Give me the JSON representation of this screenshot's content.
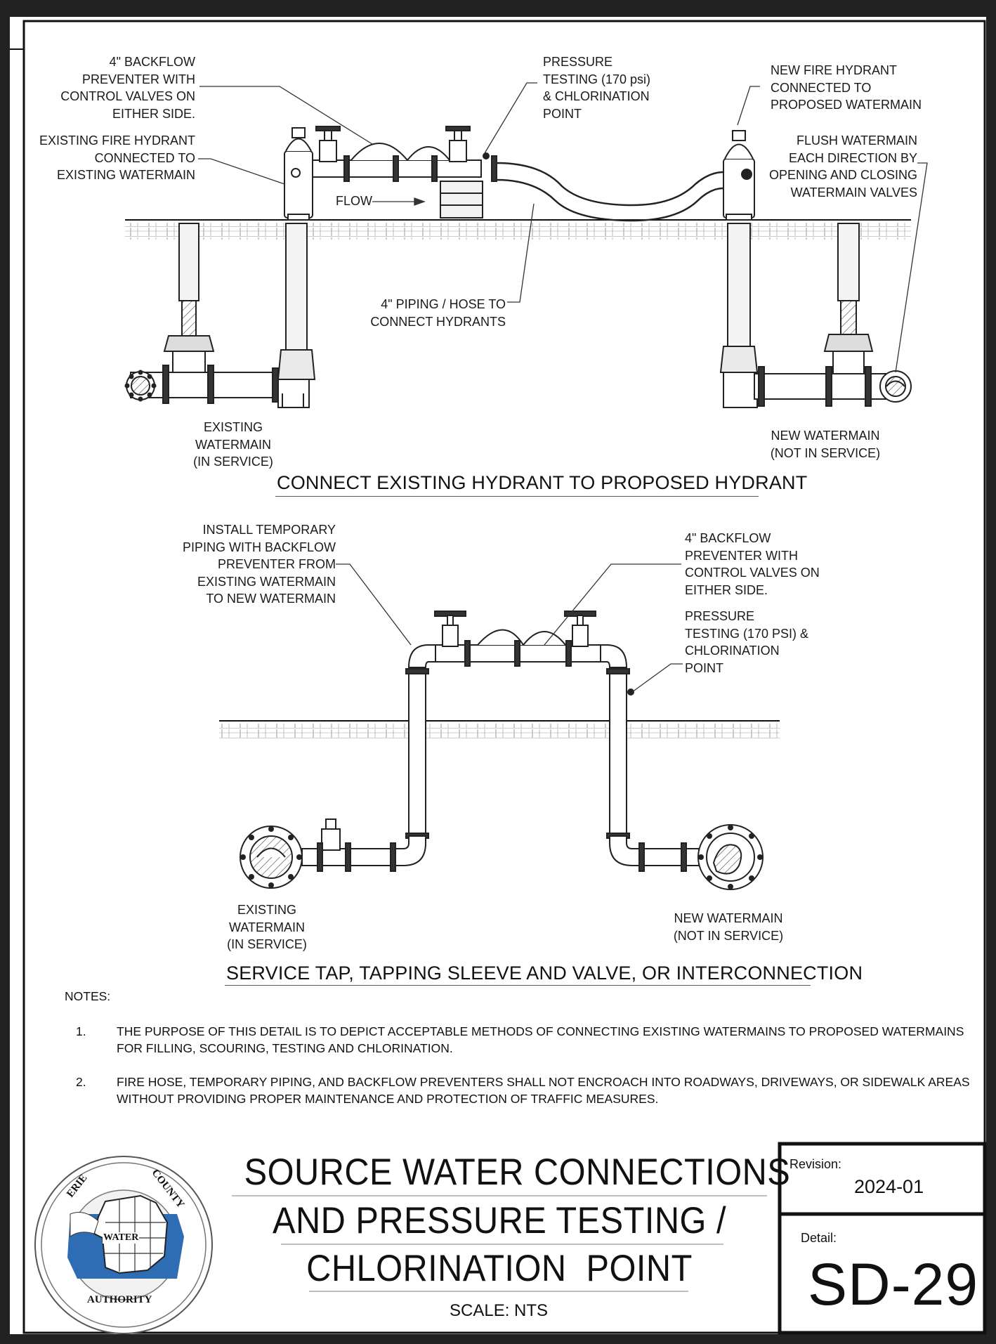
{
  "diagram1": {
    "subtitle": "CONNECT EXISTING HYDRANT TO PROPOSED HYDRANT",
    "labels": {
      "backflow": [
        "4\" BACKFLOW",
        "PREVENTER WITH",
        "CONTROL VALVES ON",
        "EITHER SIDE."
      ],
      "pressure_testing": [
        "PRESSURE",
        "TESTING (170 psi)",
        "& CHLORINATION",
        "POINT"
      ],
      "new_hydrant": [
        "NEW FIRE HYDRANT",
        "CONNECTED TO",
        "PROPOSED WATERMAIN"
      ],
      "existing_hydrant": [
        "EXISTING FIRE HYDRANT",
        "CONNECTED TO",
        "EXISTING WATERMAIN"
      ],
      "flush": [
        "FLUSH WATERMAIN",
        "EACH DIRECTION BY",
        "OPENING AND CLOSING",
        "WATERMAIN VALVES"
      ],
      "flow": "FLOW",
      "piping": [
        "4\" PIPING / HOSE TO",
        "CONNECT HYDRANTS"
      ],
      "existing_watermain": [
        "EXISTING",
        "WATERMAIN",
        "(IN SERVICE)"
      ],
      "new_watermain": [
        "NEW WATERMAIN",
        "(NOT IN SERVICE)"
      ]
    }
  },
  "diagram2": {
    "subtitle": "SERVICE TAP, TAPPING SLEEVE AND VALVE, OR INTERCONNECTION",
    "labels": {
      "temporary_piping": [
        "INSTALL TEMPORARY",
        "PIPING WITH BACKFLOW",
        "PREVENTER FROM",
        "EXISTING WATERMAIN",
        "TO NEW WATERMAIN"
      ],
      "backflow": [
        "4\" BACKFLOW",
        "PREVENTER WITH",
        "CONTROL VALVES ON",
        "EITHER SIDE."
      ],
      "pressure_testing": [
        "PRESSURE",
        "TESTING (170 PSI) &",
        "CHLORINATION",
        "POINT"
      ],
      "existing_watermain": [
        "EXISTING",
        "WATERMAIN",
        "(IN SERVICE)"
      ],
      "new_watermain": [
        "NEW WATERMAIN",
        "(NOT IN SERVICE)"
      ]
    }
  },
  "notes": {
    "heading": "NOTES:",
    "items": [
      {
        "num": "1.",
        "lines": [
          "THE PURPOSE OF THIS DETAIL IS TO DEPICT ACCEPTABLE METHODS OF CONNECTING EXISTING WATERMAINS TO PROPOSED WATERMAINS",
          "FOR FILLING, SCOURING, TESTING AND CHLORINATION."
        ]
      },
      {
        "num": "2.",
        "lines": [
          "FIRE HOSE, TEMPORARY PIPING, AND BACKFLOW PREVENTERS SHALL NOT ENCROACH INTO ROADWAYS, DRIVEWAYS, OR SIDEWALK AREAS",
          "WITHOUT PROVIDING PROPER MAINTENANCE AND PROTECTION OF TRAFFIC MEASURES."
        ]
      }
    ]
  },
  "title_block": {
    "title_lines": [
      "SOURCE WATER CONNECTIONS",
      "AND PRESSURE TESTING /",
      "CHLORINATION  POINT"
    ],
    "scale": "SCALE: NTS",
    "revision_label": "Revision:",
    "revision_value": "2024-01",
    "detail_label": "Detail:",
    "detail_value": "SD-29",
    "logo_text": [
      "ERIE",
      "COUNTY",
      "WATER",
      "AUTHORITY"
    ],
    "logo_color": "#2e6db4"
  }
}
